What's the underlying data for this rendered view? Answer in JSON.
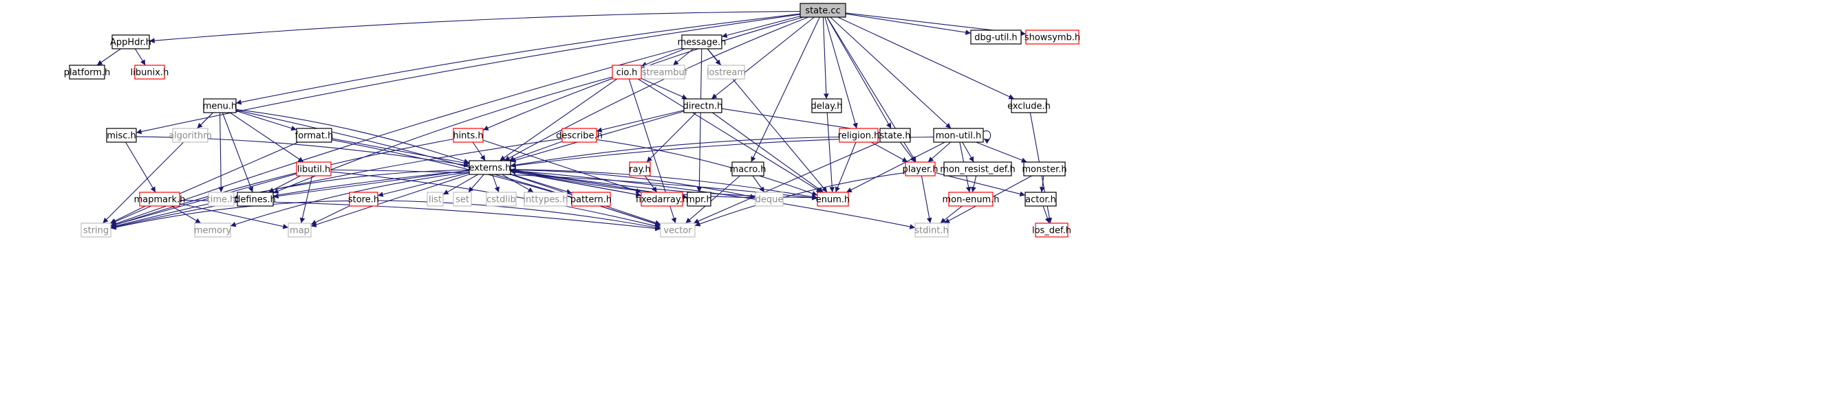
{
  "colors": {
    "edge": "#191970",
    "root_fill": "#bfbfbf",
    "linked_border": "#ff0000",
    "normal_border": "#000000",
    "external_border": "#bfbfbf",
    "external_text": "#8a8a8a"
  },
  "nodes": [
    {
      "id": "state_cc",
      "label": "state.cc",
      "style": "root"
    },
    {
      "id": "apphdr",
      "label": "AppHdr.h",
      "style": "normal"
    },
    {
      "id": "platform",
      "label": "platform.h",
      "style": "normal"
    },
    {
      "id": "libunix",
      "label": "libunix.h",
      "style": "linked"
    },
    {
      "id": "message",
      "label": "message.h",
      "style": "normal"
    },
    {
      "id": "dbgutil",
      "label": "dbg-util.h",
      "style": "normal"
    },
    {
      "id": "showsymb",
      "label": "showsymb.h",
      "style": "linked"
    },
    {
      "id": "cio",
      "label": "cio.h",
      "style": "linked"
    },
    {
      "id": "streambuf",
      "label": "streambuf",
      "style": "ext"
    },
    {
      "id": "iostream",
      "label": "iostream",
      "style": "ext"
    },
    {
      "id": "menu",
      "label": "menu.h",
      "style": "normal"
    },
    {
      "id": "directn",
      "label": "directn.h",
      "style": "normal"
    },
    {
      "id": "delay",
      "label": "delay.h",
      "style": "normal"
    },
    {
      "id": "exclude",
      "label": "exclude.h",
      "style": "normal"
    },
    {
      "id": "algorithm",
      "label": "algorithm",
      "style": "ext"
    },
    {
      "id": "misc",
      "label": "misc.h",
      "style": "normal"
    },
    {
      "id": "format",
      "label": "format.h",
      "style": "normal"
    },
    {
      "id": "hints",
      "label": "hints.h",
      "style": "linked"
    },
    {
      "id": "describe",
      "label": "describe.h",
      "style": "linked"
    },
    {
      "id": "religion",
      "label": "religion.h",
      "style": "linked"
    },
    {
      "id": "state_h",
      "label": "state.h",
      "style": "normal"
    },
    {
      "id": "monutil",
      "label": "mon-util.h",
      "style": "normal"
    },
    {
      "id": "libutil",
      "label": "libutil.h",
      "style": "linked"
    },
    {
      "id": "externs",
      "label": "externs.h",
      "style": "normal"
    },
    {
      "id": "ray",
      "label": "ray.h",
      "style": "linked"
    },
    {
      "id": "macro",
      "label": "macro.h",
      "style": "normal"
    },
    {
      "id": "player",
      "label": "player.h",
      "style": "linked"
    },
    {
      "id": "monresist",
      "label": "mon_resist_def.h",
      "style": "normal"
    },
    {
      "id": "monster",
      "label": "monster.h",
      "style": "normal"
    },
    {
      "id": "mapmark",
      "label": "mapmark.h",
      "style": "linked"
    },
    {
      "id": "time",
      "label": "time.h",
      "style": "ext"
    },
    {
      "id": "defines",
      "label": "defines.h",
      "style": "normal"
    },
    {
      "id": "list",
      "label": "list",
      "style": "ext"
    },
    {
      "id": "set",
      "label": "set",
      "style": "ext"
    },
    {
      "id": "cstdlib",
      "label": "cstdlib",
      "style": "ext"
    },
    {
      "id": "inttypes",
      "label": "inttypes.h",
      "style": "ext"
    },
    {
      "id": "pattern",
      "label": "pattern.h",
      "style": "linked"
    },
    {
      "id": "fixedarray",
      "label": "fixedarray.h",
      "style": "linked"
    },
    {
      "id": "mpr",
      "label": "mpr.h",
      "style": "normal"
    },
    {
      "id": "deque",
      "label": "deque",
      "style": "ext"
    },
    {
      "id": "enum",
      "label": "enum.h",
      "style": "linked"
    },
    {
      "id": "store",
      "label": "store.h",
      "style": "linked"
    },
    {
      "id": "monenum",
      "label": "mon-enum.h",
      "style": "linked"
    },
    {
      "id": "actor",
      "label": "actor.h",
      "style": "normal"
    },
    {
      "id": "string",
      "label": "string",
      "style": "ext"
    },
    {
      "id": "memory",
      "label": "memory",
      "style": "ext"
    },
    {
      "id": "map",
      "label": "map",
      "style": "ext"
    },
    {
      "id": "vector",
      "label": "vector",
      "style": "ext"
    },
    {
      "id": "stdint",
      "label": "stdint.h",
      "style": "ext"
    },
    {
      "id": "losdef",
      "label": "los_def.h",
      "style": "linked"
    }
  ],
  "edges": [
    [
      "state_cc",
      "apphdr"
    ],
    [
      "state_cc",
      "message"
    ],
    [
      "state_cc",
      "dbgutil"
    ],
    [
      "state_cc",
      "showsymb"
    ],
    [
      "state_cc",
      "menu"
    ],
    [
      "state_cc",
      "misc"
    ],
    [
      "state_cc",
      "hints"
    ],
    [
      "state_cc",
      "directn"
    ],
    [
      "state_cc",
      "delay"
    ],
    [
      "state_cc",
      "exclude"
    ],
    [
      "state_cc",
      "religion"
    ],
    [
      "state_cc",
      "state_h"
    ],
    [
      "state_cc",
      "monutil"
    ],
    [
      "state_cc",
      "externs"
    ],
    [
      "state_cc",
      "macro"
    ],
    [
      "state_cc",
      "player"
    ],
    [
      "apphdr",
      "platform"
    ],
    [
      "apphdr",
      "libunix"
    ],
    [
      "message",
      "cio"
    ],
    [
      "message",
      "streambuf"
    ],
    [
      "message",
      "iostream"
    ],
    [
      "message",
      "enum"
    ],
    [
      "message",
      "mpr"
    ],
    [
      "message",
      "string"
    ],
    [
      "cio",
      "directn"
    ],
    [
      "cio",
      "externs"
    ],
    [
      "cio",
      "defines"
    ],
    [
      "cio",
      "enum"
    ],
    [
      "cio",
      "vector"
    ],
    [
      "menu",
      "algorithm"
    ],
    [
      "menu",
      "format"
    ],
    [
      "menu",
      "libutil"
    ],
    [
      "menu",
      "externs"
    ],
    [
      "menu",
      "defines"
    ],
    [
      "menu",
      "time"
    ],
    [
      "menu",
      "string"
    ],
    [
      "menu",
      "vector"
    ],
    [
      "directn",
      "describe"
    ],
    [
      "directn",
      "externs"
    ],
    [
      "directn",
      "ray"
    ],
    [
      "directn",
      "enum"
    ],
    [
      "directn",
      "state_h"
    ],
    [
      "delay",
      "enum"
    ],
    [
      "exclude",
      "losdef"
    ],
    [
      "misc",
      "mapmark"
    ],
    [
      "misc",
      "externs"
    ],
    [
      "format",
      "externs"
    ],
    [
      "format",
      "string"
    ],
    [
      "format",
      "vector"
    ],
    [
      "hints",
      "externs"
    ],
    [
      "hints",
      "string"
    ],
    [
      "hints",
      "fixedarray"
    ],
    [
      "describe",
      "externs"
    ],
    [
      "describe",
      "enum"
    ],
    [
      "describe",
      "string"
    ],
    [
      "religion",
      "externs"
    ],
    [
      "religion",
      "player"
    ],
    [
      "religion",
      "enum"
    ],
    [
      "state_h",
      "player"
    ],
    [
      "state_h",
      "vector"
    ],
    [
      "monutil",
      "externs"
    ],
    [
      "monutil",
      "enum"
    ],
    [
      "monutil",
      "player"
    ],
    [
      "monutil",
      "monresist"
    ],
    [
      "monutil",
      "monster"
    ],
    [
      "monutil",
      "monenum"
    ],
    [
      "monutil",
      "monutil"
    ],
    [
      "libutil",
      "defines"
    ],
    [
      "libutil",
      "enum"
    ],
    [
      "libutil",
      "map"
    ],
    [
      "libutil",
      "string"
    ],
    [
      "libutil",
      "vector"
    ],
    [
      "externs",
      "time"
    ],
    [
      "externs",
      "defines"
    ],
    [
      "externs",
      "list"
    ],
    [
      "externs",
      "set"
    ],
    [
      "externs",
      "cstdlib"
    ],
    [
      "externs",
      "inttypes"
    ],
    [
      "externs",
      "pattern"
    ],
    [
      "externs",
      "fixedarray"
    ],
    [
      "externs",
      "mpr"
    ],
    [
      "externs",
      "deque"
    ],
    [
      "externs",
      "enum"
    ],
    [
      "externs",
      "store"
    ],
    [
      "externs",
      "string"
    ],
    [
      "externs",
      "memory"
    ],
    [
      "externs",
      "map"
    ],
    [
      "externs",
      "vector"
    ],
    [
      "externs",
      "stdint"
    ],
    [
      "ray",
      "fixedarray"
    ],
    [
      "macro",
      "deque"
    ],
    [
      "macro",
      "vector"
    ],
    [
      "player",
      "actor"
    ],
    [
      "player",
      "stdint"
    ],
    [
      "player",
      "vector"
    ],
    [
      "monresist",
      "monenum"
    ],
    [
      "monster",
      "actor"
    ],
    [
      "monster",
      "stdint"
    ],
    [
      "monenum",
      "stdint"
    ],
    [
      "actor",
      "losdef"
    ],
    [
      "mapmark",
      "string"
    ],
    [
      "mapmark",
      "memory"
    ],
    [
      "mapmark",
      "map"
    ],
    [
      "mapmark",
      "vector"
    ],
    [
      "store",
      "string"
    ],
    [
      "store",
      "map"
    ],
    [
      "store",
      "vector"
    ],
    [
      "fixedarray",
      "externs"
    ],
    [
      "mpr",
      "externs"
    ],
    [
      "enum",
      "externs"
    ],
    [
      "deque",
      "externs"
    ]
  ]
}
